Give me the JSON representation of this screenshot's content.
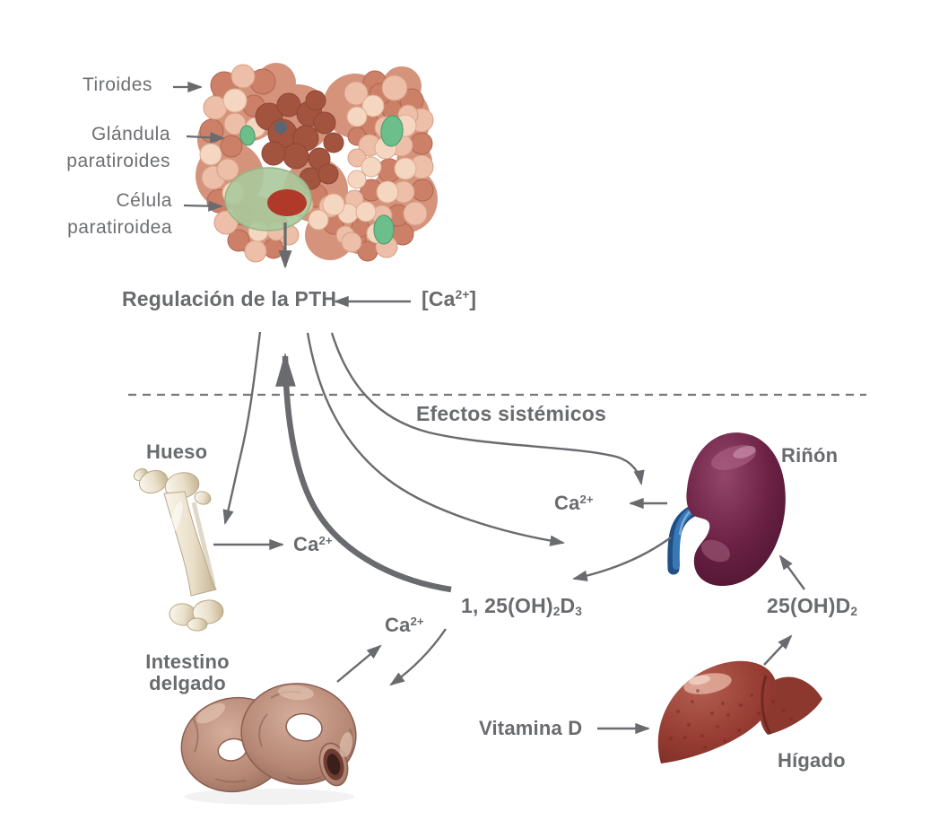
{
  "labels": {
    "tiroides": "Tiroides",
    "glandula_paratiroides": {
      "line1": "Glándula",
      "line2": "paratiroides"
    },
    "celula_paratiroidea": {
      "line1": "Célula",
      "line2": "paratiroidea"
    },
    "regulacion_pth": "Regulación de la PTH",
    "ca_concentration": {
      "open": "[",
      "base": "Ca",
      "sup": "2+",
      "close": "]"
    },
    "efectos_sistemicos": "Efectos sistémicos",
    "hueso": "Hueso",
    "rinon": "Riñón",
    "intestino_delgado": {
      "line1": "Intestino",
      "line2": "delgado"
    },
    "higado": "Hígado",
    "vitamina_d": "Vitamina D",
    "ca_bone": {
      "base": "Ca",
      "sup": "2+"
    },
    "ca_kidney": {
      "base": "Ca",
      "sup": "2+"
    },
    "ca_intestine": {
      "base": "Ca",
      "sup": "2+"
    },
    "d_25": {
      "p1": "25(OH)D",
      "sub1": "2"
    },
    "d_125": {
      "p1": "1, 25(OH)",
      "sub1": "2",
      "p2": "D",
      "sub2": "3"
    }
  },
  "connections": [
    {
      "from": "celula_paratiroidea",
      "to": "regulacion_pth",
      "style": "arrow"
    },
    {
      "from": "ca_concentration",
      "to": "regulacion_pth",
      "style": "arrow"
    },
    {
      "from": "regulacion_pth",
      "to": "hueso",
      "style": "curved-arrow"
    },
    {
      "from": "regulacion_pth",
      "to": "d_125",
      "style": "curved-arrow"
    },
    {
      "from": "regulacion_pth",
      "to": "ca_kidney",
      "style": "curved-arrow"
    },
    {
      "from": "d_125",
      "to": "regulacion_pth",
      "style": "thick-feedback-arrow"
    },
    {
      "from": "hueso",
      "to": "ca_bone",
      "style": "arrow"
    },
    {
      "from": "rinon",
      "to": "ca_kidney",
      "style": "arrow"
    },
    {
      "from": "rinon",
      "to": "d_125",
      "style": "curved-arrow"
    },
    {
      "from": "d_125",
      "to": "intestino_delgado",
      "style": "curved-arrow"
    },
    {
      "from": "intestino_delgado",
      "to": "ca_intestine",
      "style": "arrow"
    },
    {
      "from": "vitamina_d",
      "to": "higado",
      "style": "arrow"
    },
    {
      "from": "higado",
      "to": "d_25",
      "style": "arrow"
    },
    {
      "from": "d_25",
      "to": "rinon",
      "style": "arrow"
    }
  ],
  "colors": {
    "text_gray": "#696b6e",
    "arrow_gray": "#696b6e",
    "thyroid_lobule": "#cd8068",
    "thyroid_lobule_light": "#edbfa8",
    "thyroid_lobule_dark": "#a3543f",
    "parathyroid_green": "#6cbe8b",
    "cell_zoom_green": "#abc99c",
    "cell_core_red": "#b0392a",
    "bone_ivory": "#e9dfc9",
    "kidney_maroon": "#5c1b39",
    "ureter_blue": "#3a77b5",
    "liver_red": "#963c32",
    "intestine_tan": "#b68875"
  }
}
